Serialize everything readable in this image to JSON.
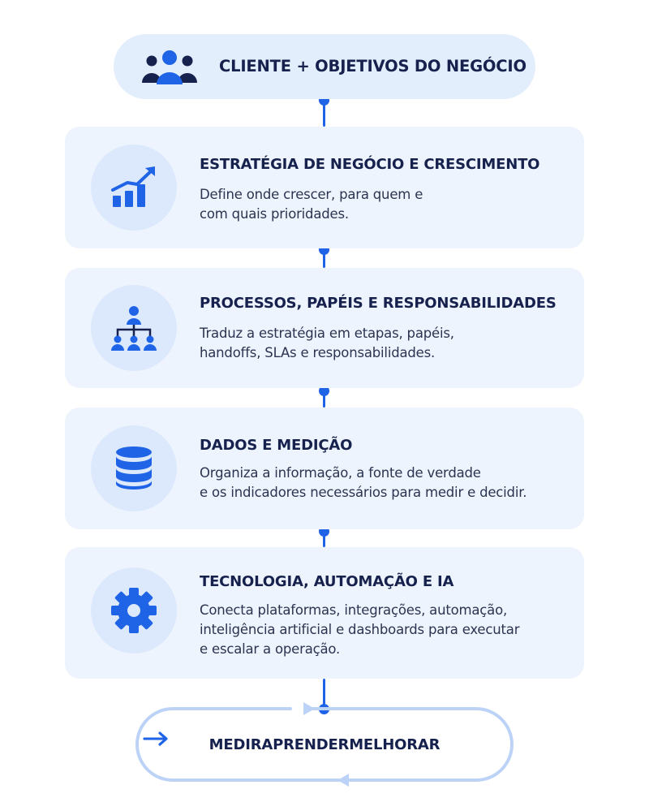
{
  "header": {
    "title": "CLIENTE + OBJETIVOS DO NEGÓCIO",
    "icon": "users-group-icon"
  },
  "steps": [
    {
      "title": "ESTRATÉGIA DE NEGÓCIO E CRESCIMENTO",
      "desc_line1": "Define onde crescer, para quem e",
      "desc_line2": "com quais prioridades.",
      "icon": "growth-chart-icon"
    },
    {
      "title": "PROCESSOS, PAPÉIS E RESPONSABILIDADES",
      "desc_line1": "Traduz a estratégia em etapas, papéis,",
      "desc_line2": "handoffs, SLAs e responsabilidades.",
      "icon": "org-chart-icon"
    },
    {
      "title": "DADOS E MEDIÇÃO",
      "desc_line1": "Organiza a informação, a fonte de verdade",
      "desc_line2": "e os indicadores necessários para medir e decidir.",
      "icon": "database-icon"
    },
    {
      "title": "TECNOLOGIA, AUTOMAÇÃO E IA",
      "desc_line1": "Conecta plataformas, integrações, automação,",
      "desc_line2": "inteligência artificial e dashboards para executar",
      "desc_line3": "e escalar a operação.",
      "icon": "gear-icon"
    }
  ],
  "loop": {
    "items": [
      "MEDIR",
      "APRENDER",
      "MELHORAR"
    ]
  },
  "colors": {
    "accent": "#1f63e6",
    "title": "#16214d",
    "card_bg": "#eef4fd",
    "pill_bg": "#e3eefd",
    "loop_stroke": "#bcd3f7"
  }
}
